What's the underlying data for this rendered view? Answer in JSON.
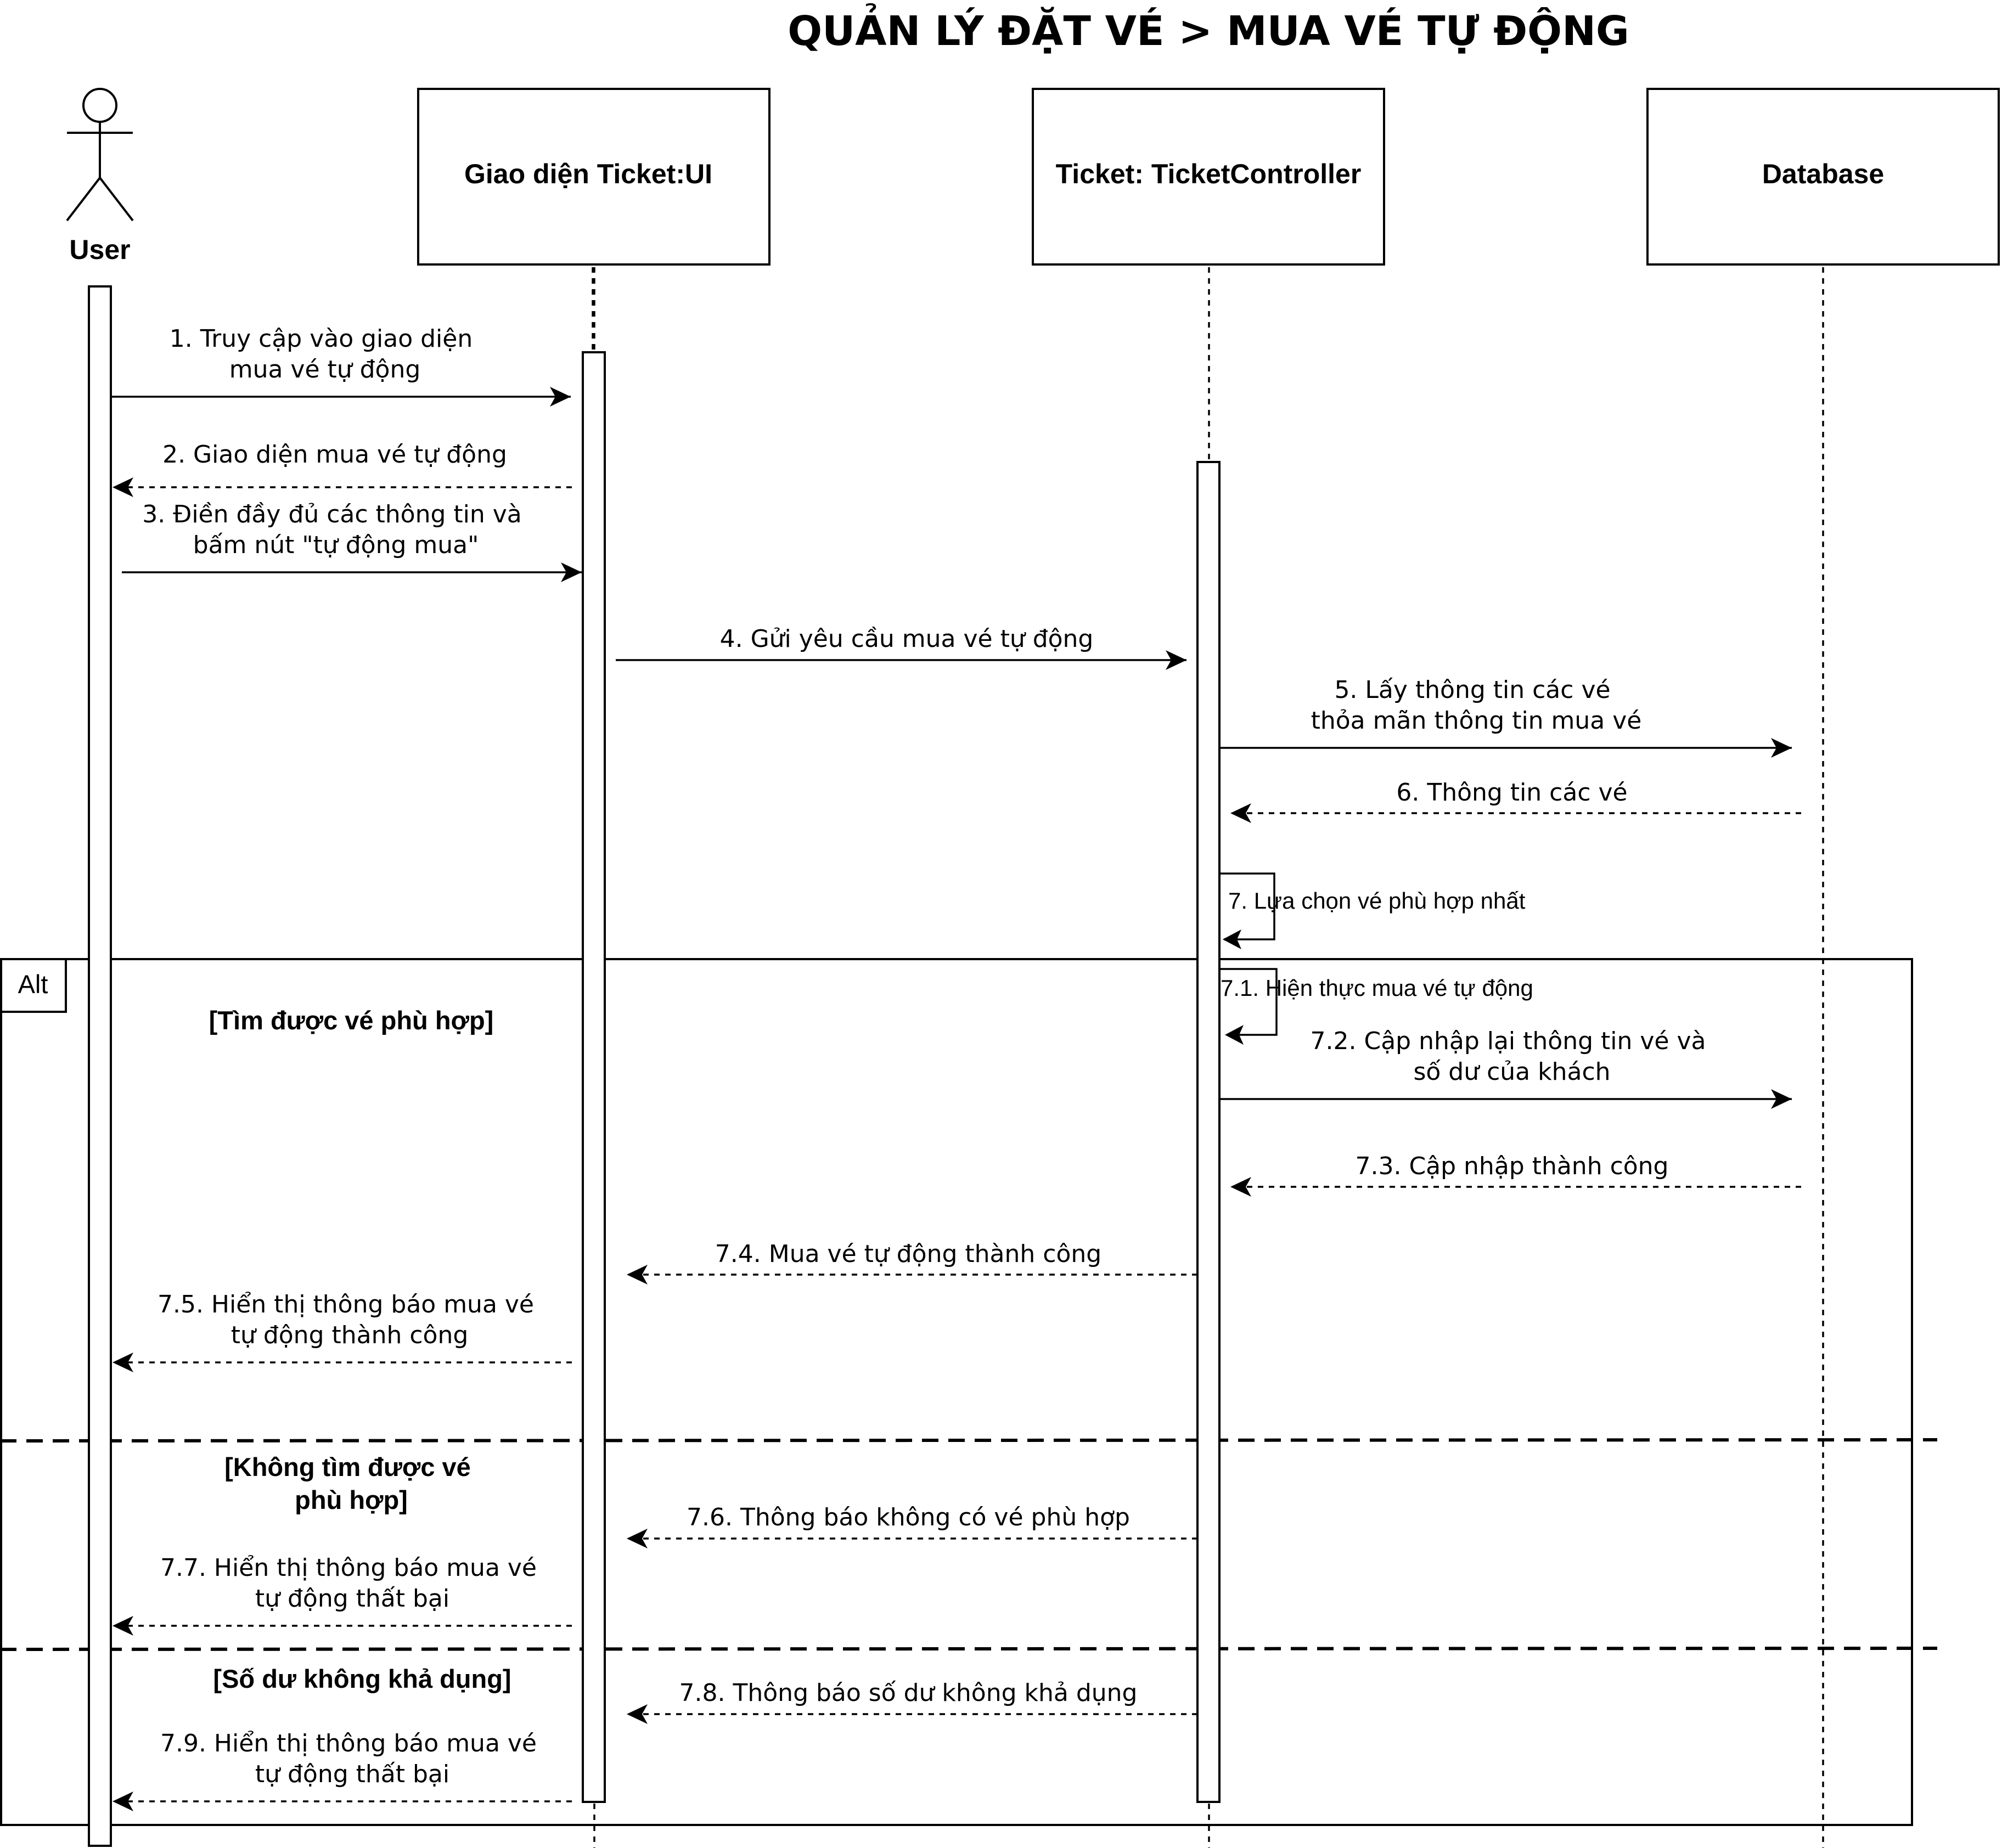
{
  "title": "QUẢN LÝ ĐẶT VÉ > MUA VÉ TỰ ĐỘNG",
  "participants": {
    "user": "User",
    "ui": "Giao diện Ticket:UI",
    "controller": "Ticket: TicketController",
    "database": "Database"
  },
  "fragment": {
    "operator": "Alt",
    "guard_1": [
      "[Tìm được vé phù hợp]"
    ],
    "guard_2": [
      "[Không tìm được vé",
      "phù hợp]"
    ],
    "guard_3": [
      "[Số dư không khả dụng]"
    ]
  },
  "messages": {
    "m1": [
      "1. Truy cập vào giao diện",
      "mua vé tự động"
    ],
    "m2": [
      "2. Giao diện mua vé tự động"
    ],
    "m3": [
      "3. Điền đầy đủ các thông tin và",
      "bấm nút \"tự động mua\""
    ],
    "m4": [
      "4. Gửi yêu cầu mua vé tự động"
    ],
    "m5": [
      "5. Lấy thông tin các vé",
      "thỏa mãn thông tin mua vé"
    ],
    "m6": [
      "6. Thông tin các vé"
    ],
    "m7": [
      "7. Lựa chọn vé phù hợp nhất"
    ],
    "m7_1": [
      "7.1. Hiện thực mua vé tự động"
    ],
    "m7_2": [
      "7.2. Cập nhập lại thông tin vé và",
      "số dư của khách"
    ],
    "m7_3": [
      "7.3. Cập nhập thành công"
    ],
    "m7_4": [
      "7.4. Mua vé tự động thành công"
    ],
    "m7_5": [
      "7.5. Hiển thị thông báo mua vé",
      "tự động thành công"
    ],
    "m7_6": [
      "7.6. Thông báo không có vé phù hợp"
    ],
    "m7_7": [
      "7.7. Hiển thị thông báo mua vé",
      "tự động thất bại"
    ],
    "m7_8": [
      "7.8. Thông báo số dư không khả dụng"
    ],
    "m7_9": [
      "7.9. Hiển thị thông báo mua vé",
      "tự động thất bại"
    ]
  }
}
